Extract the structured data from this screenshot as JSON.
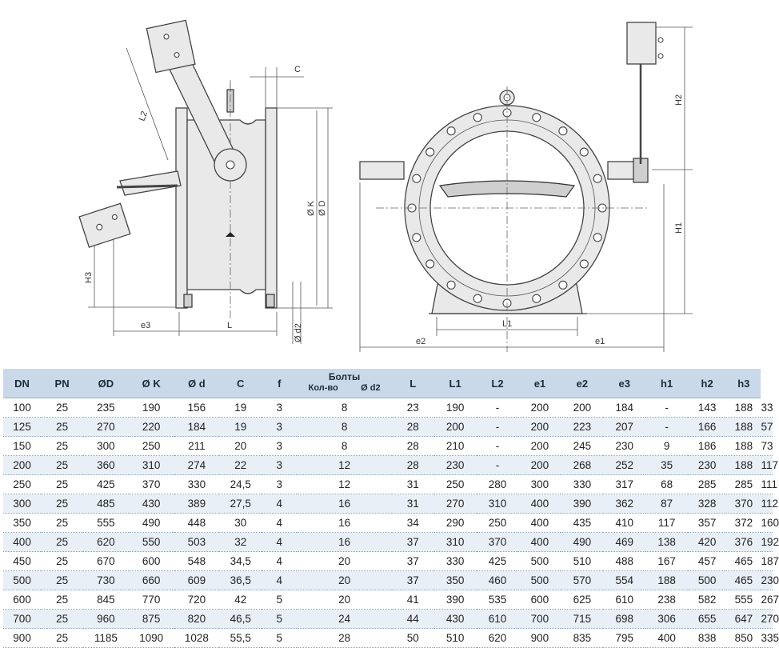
{
  "labels": {
    "c": "C",
    "l2": "L2",
    "dk": "Ø K",
    "dd": "Ø D",
    "h3": "H3",
    "e3": "e3",
    "l": "L",
    "fd2": "Ø d2",
    "h2": "H2",
    "h1": "H1",
    "l1": "L1",
    "e2": "e2",
    "e1": "e1"
  },
  "table": {
    "headers": [
      "DN",
      "PN",
      "ØD",
      "Ø K",
      "Ø d",
      "C",
      "f",
      "Болты",
      "L",
      "L1",
      "L2",
      "e1",
      "e2",
      "e3",
      "h1",
      "h2",
      "h3"
    ],
    "bolts_sub": [
      "Кол-во",
      "Ø d2"
    ],
    "rows": [
      [
        "100",
        "25",
        "235",
        "190",
        "156",
        "19",
        "3",
        "8",
        "23",
        "190",
        "-",
        "200",
        "200",
        "184",
        "-",
        "143",
        "188",
        "33"
      ],
      [
        "125",
        "25",
        "270",
        "220",
        "184",
        "19",
        "3",
        "8",
        "28",
        "200",
        "-",
        "200",
        "223",
        "207",
        "-",
        "166",
        "188",
        "57"
      ],
      [
        "150",
        "25",
        "300",
        "250",
        "211",
        "20",
        "3",
        "8",
        "28",
        "210",
        "-",
        "200",
        "245",
        "230",
        "9",
        "186",
        "188",
        "73"
      ],
      [
        "200",
        "25",
        "360",
        "310",
        "274",
        "22",
        "3",
        "12",
        "28",
        "230",
        "-",
        "200",
        "268",
        "252",
        "35",
        "230",
        "188",
        "117"
      ],
      [
        "250",
        "25",
        "425",
        "370",
        "330",
        "24,5",
        "3",
        "12",
        "31",
        "250",
        "280",
        "300",
        "330",
        "317",
        "68",
        "285",
        "285",
        "111"
      ],
      [
        "300",
        "25",
        "485",
        "430",
        "389",
        "27,5",
        "4",
        "16",
        "31",
        "270",
        "310",
        "400",
        "390",
        "362",
        "87",
        "328",
        "370",
        "112"
      ],
      [
        "350",
        "25",
        "555",
        "490",
        "448",
        "30",
        "4",
        "16",
        "34",
        "290",
        "250",
        "400",
        "435",
        "410",
        "117",
        "357",
        "372",
        "160"
      ],
      [
        "400",
        "25",
        "620",
        "550",
        "503",
        "32",
        "4",
        "16",
        "37",
        "310",
        "370",
        "400",
        "490",
        "469",
        "138",
        "420",
        "376",
        "192"
      ],
      [
        "450",
        "25",
        "670",
        "600",
        "548",
        "34,5",
        "4",
        "20",
        "37",
        "330",
        "425",
        "500",
        "510",
        "488",
        "167",
        "457",
        "465",
        "187"
      ],
      [
        "500",
        "25",
        "730",
        "660",
        "609",
        "36,5",
        "4",
        "20",
        "37",
        "350",
        "460",
        "500",
        "570",
        "554",
        "188",
        "500",
        "465",
        "230"
      ],
      [
        "600",
        "25",
        "845",
        "770",
        "720",
        "42",
        "5",
        "20",
        "41",
        "390",
        "535",
        "600",
        "625",
        "610",
        "238",
        "582",
        "555",
        "267"
      ],
      [
        "700",
        "25",
        "960",
        "875",
        "820",
        "46,5",
        "5",
        "24",
        "44",
        "430",
        "610",
        "700",
        "715",
        "698",
        "306",
        "655",
        "647",
        "270"
      ],
      [
        "900",
        "25",
        "1185",
        "1090",
        "1028",
        "55,5",
        "5",
        "28",
        "50",
        "510",
        "620",
        "900",
        "835",
        "795",
        "400",
        "838",
        "850",
        "335"
      ]
    ]
  }
}
